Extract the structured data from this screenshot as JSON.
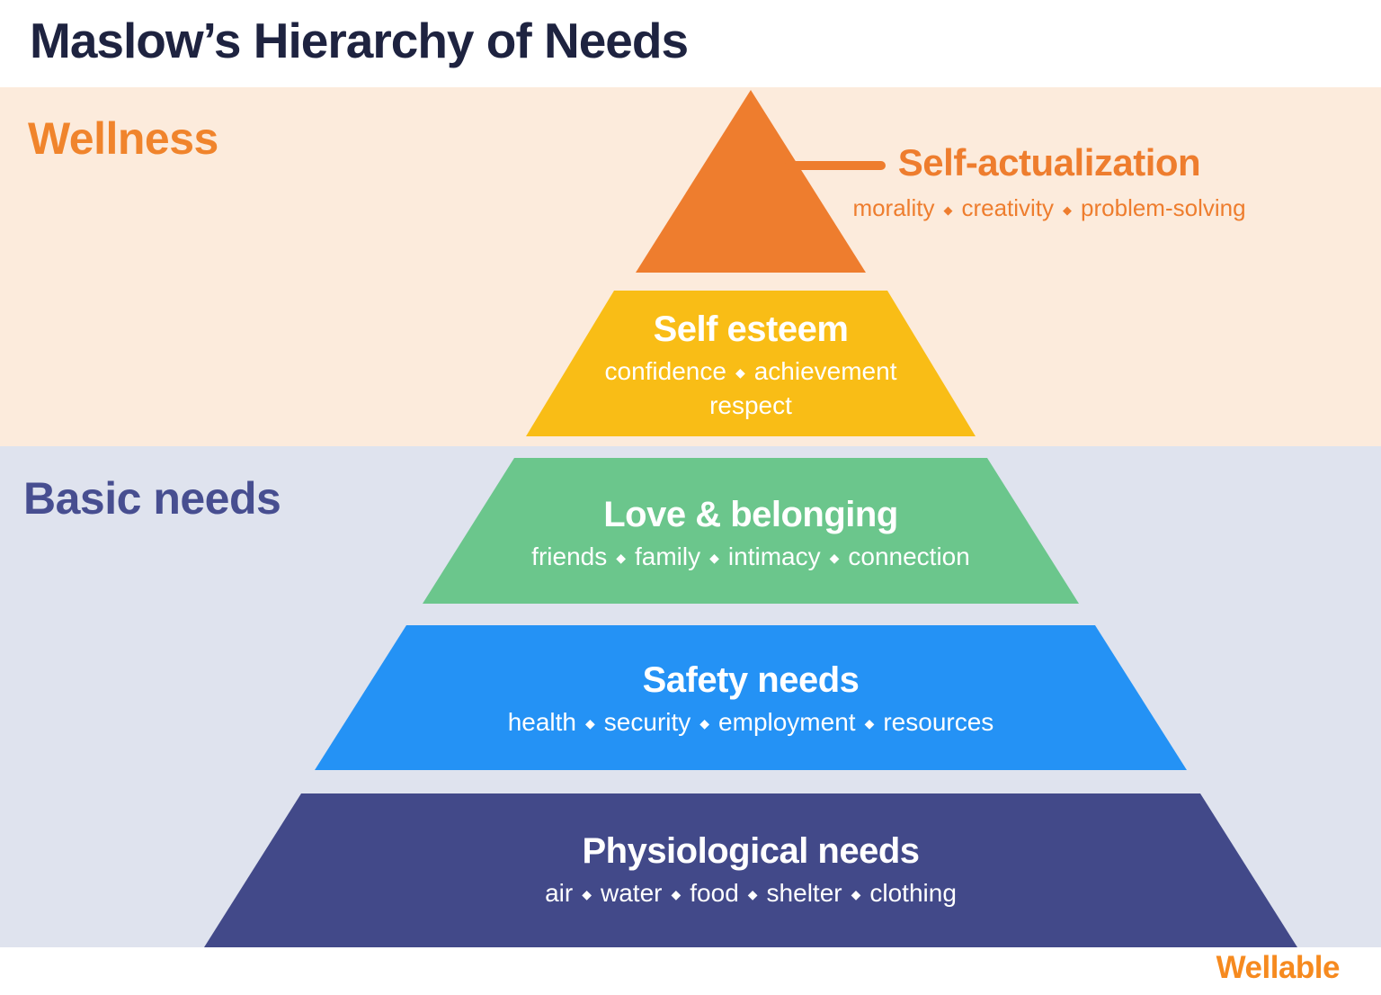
{
  "title": "Maslow’s Hierarchy of Needs",
  "sections": {
    "wellness": {
      "label": "Wellness",
      "text_color": "#F0842C",
      "bg_color": "#FCEBDC"
    },
    "basic_needs": {
      "label": "Basic needs",
      "text_color": "#474E90",
      "bg_color": "#DFE3EE"
    }
  },
  "levels": [
    {
      "name": "Self-actualization",
      "items": [
        "morality",
        "creativity",
        "problem-solving"
      ],
      "color": "#EE7D2E",
      "section": "wellness",
      "label_placement": "outside-right"
    },
    {
      "name": "Self esteem",
      "items_line1": [
        "confidence",
        "achievement"
      ],
      "items_line2": [
        "respect"
      ],
      "color": "#F9BD16",
      "section": "wellness",
      "label_placement": "inside"
    },
    {
      "name": "Love & belonging",
      "items": [
        "friends",
        "family",
        "intimacy",
        "connection"
      ],
      "color": "#6BC68C",
      "section": "basic_needs",
      "label_placement": "inside"
    },
    {
      "name": "Safety needs",
      "items": [
        "health",
        "security",
        "employment",
        "resources"
      ],
      "color": "#2492F5",
      "section": "basic_needs",
      "label_placement": "inside"
    },
    {
      "name": "Physiological needs",
      "items": [
        "air",
        "water",
        "food",
        "shelter",
        "clothing"
      ],
      "color": "#424989",
      "section": "basic_needs",
      "label_placement": "inside"
    }
  ],
  "palette": {
    "title_text": "#1E2340",
    "level_text": "#FFFFFF",
    "separator_glyph": "◆"
  },
  "brand": {
    "label": "Wellable",
    "color": "#F68A1F"
  }
}
